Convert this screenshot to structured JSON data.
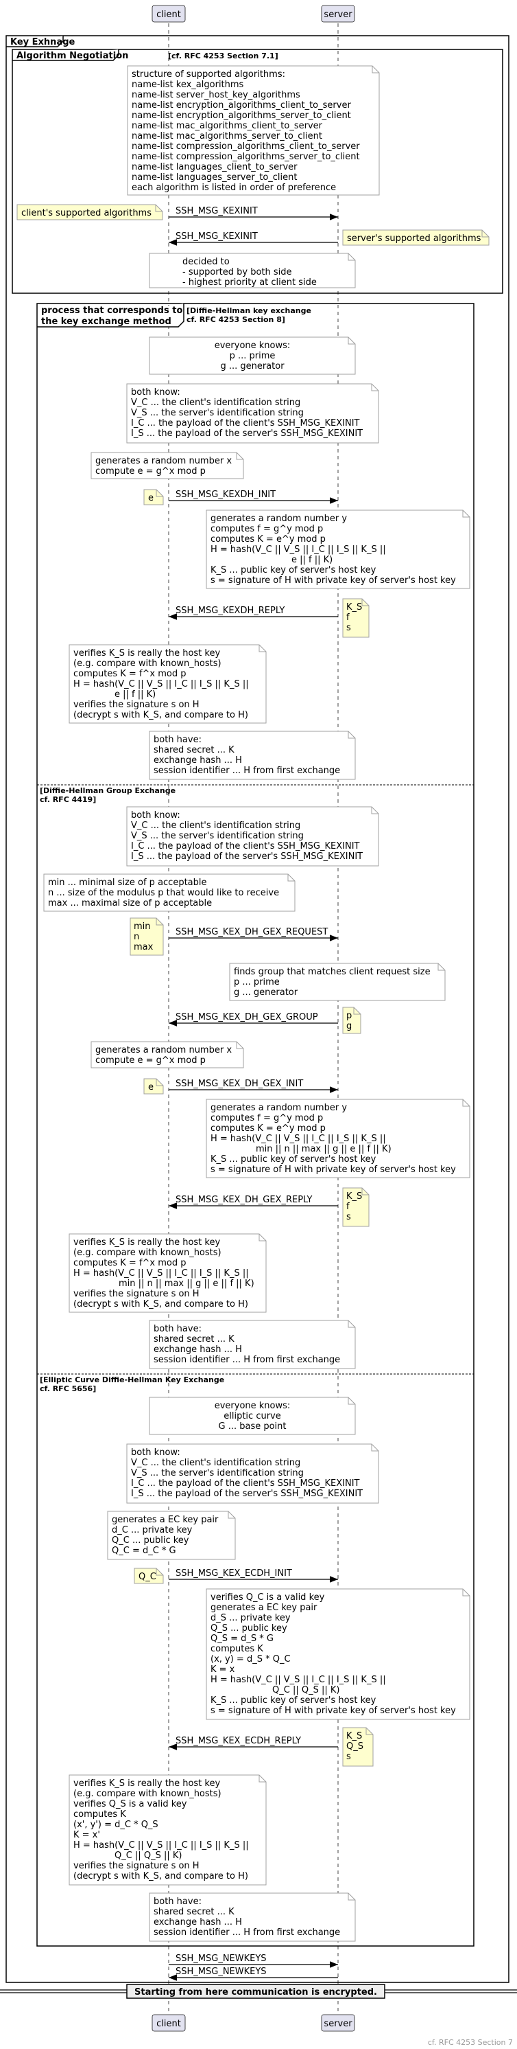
{
  "participants": [
    "client",
    "server"
  ],
  "outer_group": "Key Exhnage",
  "negotiation": {
    "title": "Algorithm Negotiation",
    "ref": "[cf. RFC 4253 Section 7.1]",
    "structure_note": [
      "structure of supported algorithms:",
      "  name-list kex_algorithms",
      "  name-list server_host_key_algorithms",
      "  name-list encryption_algorithms_client_to_server",
      "  name-list encryption_algorithms_server_to_client",
      "  name-list mac_algorithms_client_to_server",
      "  name-list mac_algorithms_server_to_client",
      "  name-list compression_algorithms_client_to_server",
      "  name-list compression_algorithms_server_to_client",
      "  name-list languages_client_to_server",
      "  name-list languages_server_to_client",
      "each algorithm is listed in order of preference"
    ],
    "msg1": "SSH_MSG_KEXINIT",
    "client_note": "client's supported algorithms",
    "msg2": "SSH_MSG_KEXINIT",
    "server_note": "server's supported algorithms",
    "decided_note": [
      "decided to",
      "- supported by both side",
      "- highest priority at client side"
    ]
  },
  "process": {
    "title_lines": [
      "process that corresponds to",
      "the key exchange method"
    ],
    "dh_ref": [
      "[Diffie-Hellman key exchange",
      "cf. RFC 4253 Section 8]"
    ],
    "dh_knows": [
      "everyone knows:",
      "p ... prime",
      "g ... generator"
    ],
    "both_know": [
      "both know:",
      "  V_C ... the client's identification string",
      "  V_S ... the server's identification string",
      "  I_C ... the payload of the client's SSH_MSG_KEXINIT",
      "  I_S ... the payload of the server's SSH_MSG_KEXINIT"
    ],
    "dh_gen_x": [
      "generates a random number x",
      "compute e = g^x mod p"
    ],
    "dh_e": "e",
    "dh_msg_init": "SSH_MSG_KEXDH_INIT",
    "dh_server_note": [
      "generates a random number y",
      "computes f = g^y mod p",
      "computes K = e^y mod p",
      "H = hash(V_C || V_S || I_C || I_S || K_S ||",
      "e || f || K)",
      "  K_S ... public key of server's host key",
      "s = signature of H with private key of server's host key"
    ],
    "dh_msg_reply": "SSH_MSG_KEXDH_REPLY",
    "dh_reply_params": [
      "K_S",
      "f",
      "s"
    ],
    "dh_client_verify": [
      "verifies K_S is really the host key",
      "  (e.g. compare with known_hosts)",
      "computes K = f^x mod p",
      "H = hash(V_C || V_S || I_C || I_S || K_S ||",
      "e || f || K)",
      "verifies the signature s on H",
      "  (decrypt s with K_S, and compare to H)"
    ],
    "both_have": [
      "both have:",
      "  shared secret ... K",
      "  exchange hash ... H",
      "  session identifier ... H from first exchange"
    ],
    "gex_ref": [
      "[Diffie-Hellman Group Exchange",
      "cf. RFC 4419]"
    ],
    "gex_sizes": [
      "min ... minimal size of p acceptable",
      "n ... size of the modulus p that would like to receive",
      "max ... maximal size of p acceptable"
    ],
    "gex_req_params": [
      "min",
      "n",
      "max"
    ],
    "gex_msg_request": "SSH_MSG_KEX_DH_GEX_REQUEST",
    "gex_finds": [
      "finds group that matches client request size",
      "  p ... prime",
      "  g ... generator"
    ],
    "gex_msg_group": "SSH_MSG_KEX_DH_GEX_GROUP",
    "gex_group_params": [
      "p",
      "g"
    ],
    "gex_msg_init": "SSH_MSG_KEX_DH_GEX_INIT",
    "gex_server_note": [
      "generates a random number y",
      "computes f = g^y mod p",
      "computes K = e^y mod p",
      "H = hash(V_C || V_S || I_C || I_S || K_S ||",
      "min || n || max || g || e || f || K)",
      "  K_S ... public key of server's host key",
      "s = signature of H with private key of server's host key"
    ],
    "gex_msg_reply": "SSH_MSG_KEX_DH_GEX_REPLY",
    "gex_client_verify": [
      "verifies K_S is really the host key",
      "  (e.g. compare with known_hosts)",
      "computes K = f^x mod p",
      "H = hash(V_C || V_S || I_C || I_S || K_S ||",
      "min || n || max || g || e || f || K)",
      "verifies the signature s on H",
      "  (decrypt s with K_S, and compare to H)"
    ],
    "ecdh_ref": [
      "[Elliptic Curve Diffie-Hellman Key Exchange",
      "cf. RFC 5656]"
    ],
    "ecdh_knows": [
      "everyone knows:",
      "elliptic curve",
      "G ... base point"
    ],
    "ecdh_gen": [
      "generates a EC key pair",
      "  d_C ... private key",
      "  Q_C ... public key",
      "    Q_C = d_C * G"
    ],
    "ecdh_qc": "Q_C",
    "ecdh_msg_init": "SSH_MSG_KEX_ECDH_INIT",
    "ecdh_server_note": [
      "verifies Q_C is a valid key",
      "generates a EC key pair",
      "  d_S ... private key",
      "  Q_S ... public key",
      "    Q_S = d_S * G",
      "computes K",
      "  (x, y) = d_S * Q_C",
      "  K = x",
      "H = hash(V_C || V_S || I_C || I_S || K_S ||",
      "Q_C || Q_S || K)",
      "  K_S ... public key of server's host key",
      "s = signature of H with private key of server's host key"
    ],
    "ecdh_msg_reply": "SSH_MSG_KEX_ECDH_REPLY",
    "ecdh_reply_params": [
      "K_S",
      "Q_S",
      "s"
    ],
    "ecdh_client_verify": [
      "verifies K_S is really the host key",
      "  (e.g. compare with known_hosts)",
      "verifies Q_S is a valid key",
      "computes K",
      "  (x', y') = d_C * Q_S",
      "  K = x'",
      "H = hash(V_C || V_S || I_C || I_S || K_S ||",
      "Q_C || Q_S || K)",
      "verifies the signature s on H",
      "  (decrypt s with K_S, and compare to H)"
    ]
  },
  "newkeys_1": "SSH_MSG_NEWKEYS",
  "newkeys_2": "SSH_MSG_NEWKEYS",
  "divider": "Starting from here communication is encrypted.",
  "footer": "cf. RFC 4253 Section 7"
}
